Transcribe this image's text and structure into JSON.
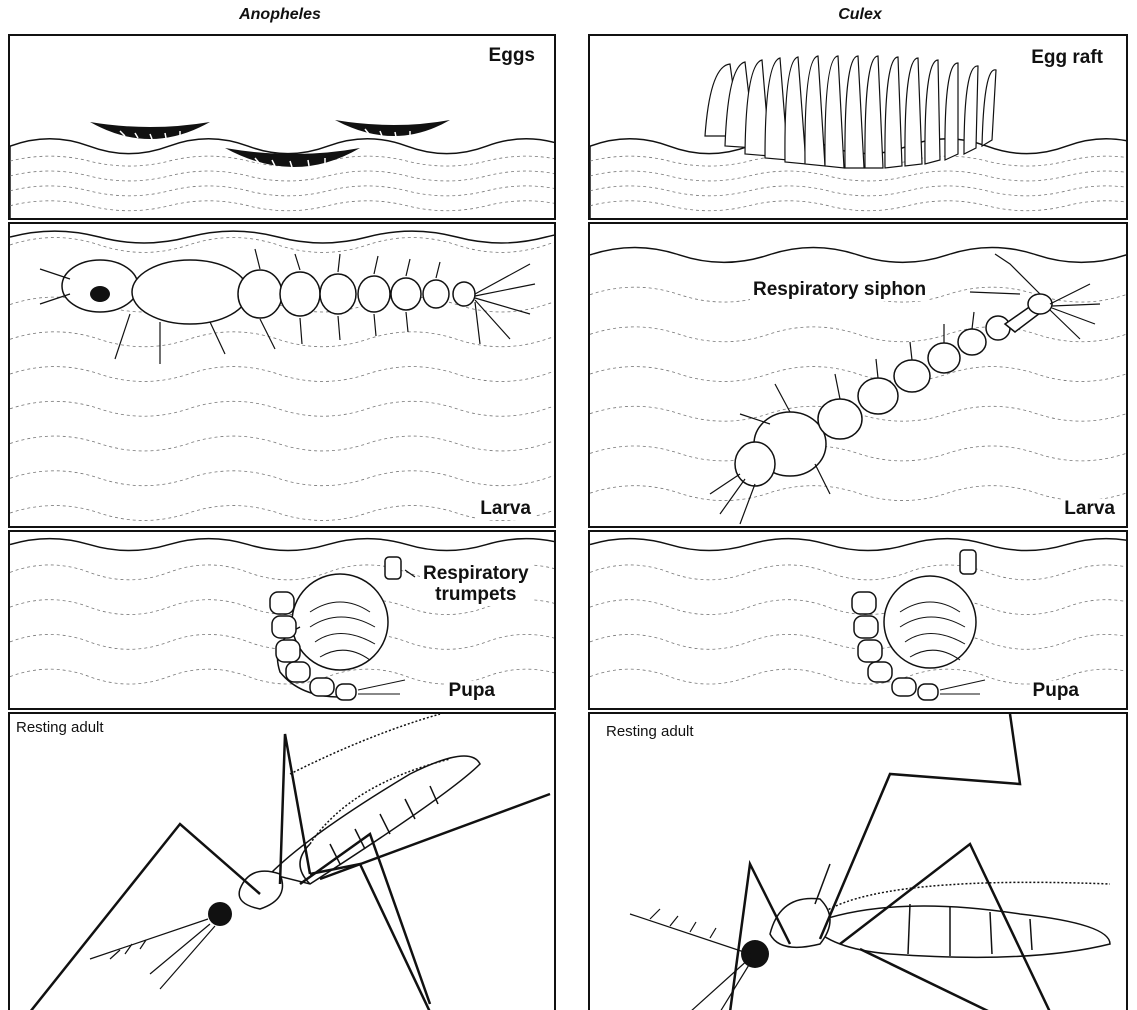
{
  "columns": [
    {
      "title": "Anopheles",
      "stages": {
        "eggs": "Eggs",
        "larva": "Larva",
        "pupa": "Pupa",
        "pupa_note": "Respiratory\ntrumpets",
        "adult": "Resting adult"
      }
    },
    {
      "title": "Culex",
      "stages": {
        "eggs": "Egg raft",
        "larva": "Larva",
        "larva_note": "Respiratory siphon",
        "pupa": "Pupa",
        "adult": "Resting adult"
      }
    }
  ],
  "colors": {
    "ink": "#111111",
    "water": "#555555",
    "paper": "#ffffff"
  }
}
